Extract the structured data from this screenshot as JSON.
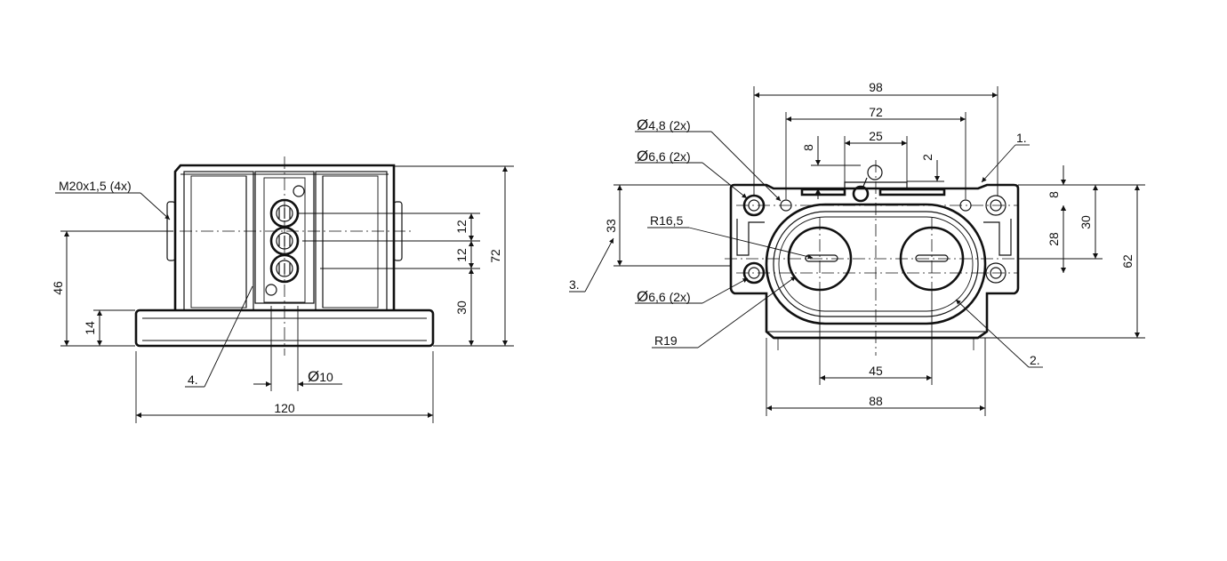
{
  "front_view": {
    "thread_note": "M20x1,5 (4x)",
    "dim_46": "46",
    "dim_14": "14",
    "dim_12a": "12",
    "dim_12b": "12",
    "dim_30": "30",
    "dim_72": "72",
    "dim_120": "120",
    "dim_dia10": "10",
    "callout_4": "4."
  },
  "top_view": {
    "dim_98": "98",
    "dim_72": "72",
    "dim_25": "25",
    "dim_8_left": "8",
    "dim_2": "2",
    "hole_dia48": "4,8 (2x)",
    "hole_dia66_top": "6,6 (2x)",
    "hole_dia66_bottom": "6,6 (2x)",
    "radius_165": "R16,5",
    "radius_19": "R19",
    "dim_33": "33",
    "dim_8_right": "8",
    "dim_28": "28",
    "dim_30": "30",
    "dim_62": "62",
    "dim_45": "45",
    "dim_88": "88",
    "callout_1": "1.",
    "callout_2": "2.",
    "callout_3": "3."
  },
  "symbols": {
    "diameter": "Ø"
  }
}
